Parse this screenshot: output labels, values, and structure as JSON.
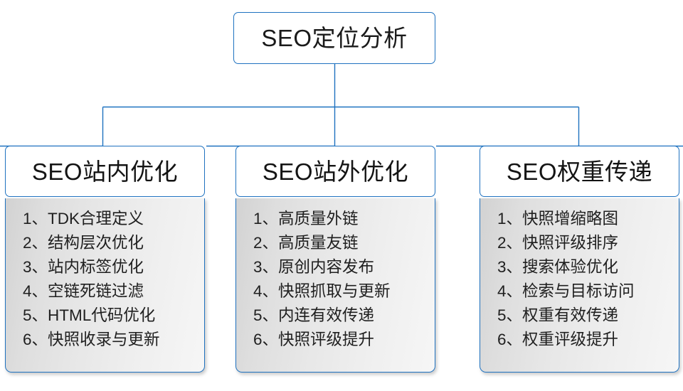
{
  "diagram": {
    "root": {
      "label": "SEO定位分析"
    },
    "accent_color": "#1f72c0",
    "columns": [
      {
        "header": "SEO站内优化",
        "items": [
          {
            "index": "1、",
            "label": "TDK合理定义"
          },
          {
            "index": "2、",
            "label": "结构层次优化"
          },
          {
            "index": "3、",
            "label": "站内标签优化"
          },
          {
            "index": "4、",
            "label": "空链死链过滤"
          },
          {
            "index": "5、",
            "label": "HTML代码优化"
          },
          {
            "index": "6、",
            "label": "快照收录与更新"
          }
        ]
      },
      {
        "header": "SEO站外优化",
        "items": [
          {
            "index": "1、",
            "label": "高质量外链"
          },
          {
            "index": "2、",
            "label": "高质量友链"
          },
          {
            "index": "3、",
            "label": "原创内容发布"
          },
          {
            "index": "4、",
            "label": "快照抓取与更新"
          },
          {
            "index": "5、",
            "label": "内连有效传递"
          },
          {
            "index": "6、",
            "label": "快照评级提升"
          }
        ]
      },
      {
        "header": "SEO权重传递",
        "items": [
          {
            "index": "1、",
            "label": "快照增缩略图"
          },
          {
            "index": "2、",
            "label": "快照评级排序"
          },
          {
            "index": "3、",
            "label": "搜索体验优化"
          },
          {
            "index": "4、",
            "label": "检索与目标访问"
          },
          {
            "index": "5、",
            "label": "权重有效传递"
          },
          {
            "index": "6、",
            "label": "权重评级提升"
          }
        ]
      }
    ]
  }
}
